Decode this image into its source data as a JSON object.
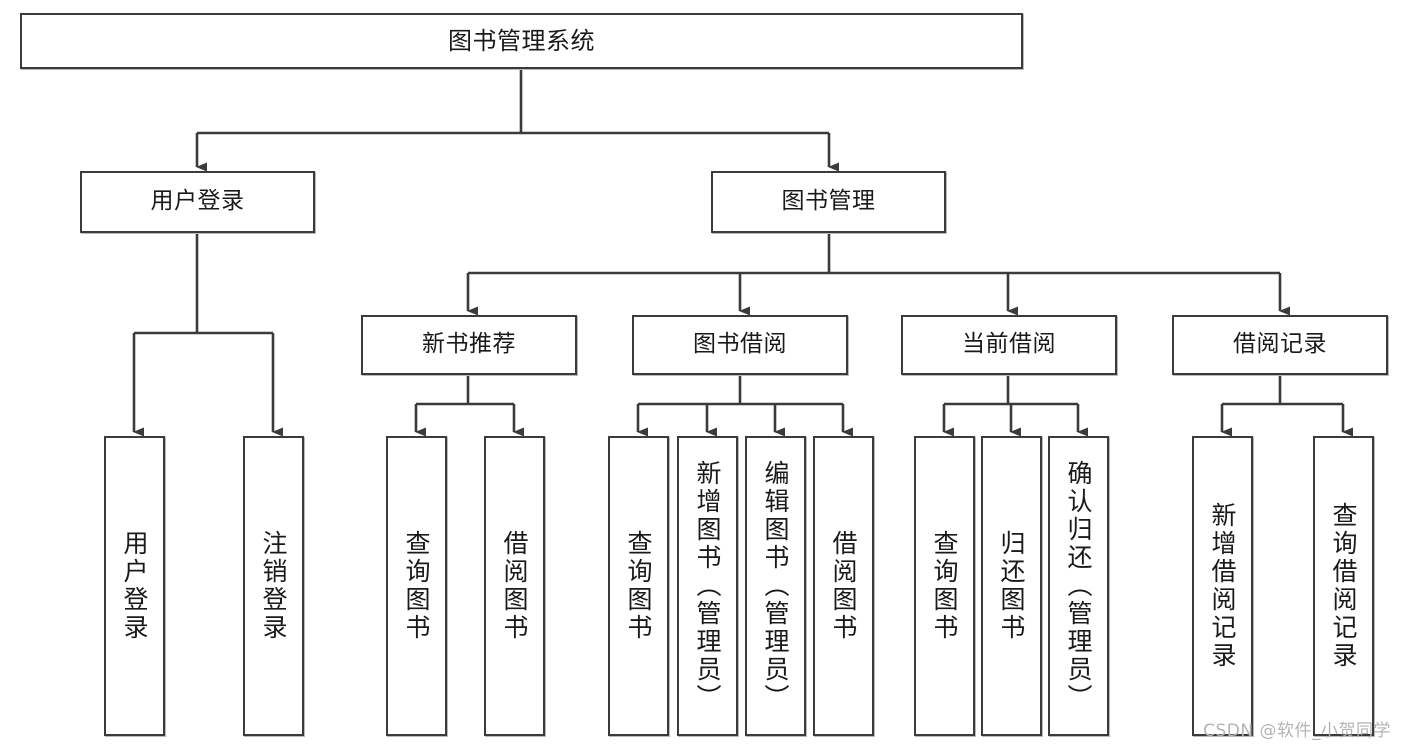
{
  "diagram": {
    "title": "图书管理系统",
    "type": "tree-hierarchy",
    "stroke_color": "#3b3b3b",
    "background_color": "#ffffff",
    "text_color": "#1a1a1a"
  },
  "watermark": {
    "text": "CSDN @软件_小贺同学",
    "color": "#b4b4b4"
  },
  "nodes": {
    "root": {
      "label": "图书管理系统"
    },
    "level1": [
      {
        "label": "用户登录"
      },
      {
        "label": "图书管理"
      }
    ],
    "level2": [
      {
        "label": "新书推荐"
      },
      {
        "label": "图书借阅"
      },
      {
        "label": "当前借阅"
      },
      {
        "label": "借阅记录"
      }
    ],
    "leaves": [
      {
        "label": "用户登录"
      },
      {
        "label": "注销登录"
      },
      {
        "label": "查询图书"
      },
      {
        "label": "借阅图书"
      },
      {
        "label": "查询图书"
      },
      {
        "label": "新增图书（管理员）"
      },
      {
        "label": "编辑图书（管理员）"
      },
      {
        "label": "借阅图书"
      },
      {
        "label": "查询图书"
      },
      {
        "label": "归还图书"
      },
      {
        "label": "确认归还（管理员）"
      },
      {
        "label": "新增借阅记录"
      },
      {
        "label": "查询借阅记录"
      }
    ]
  }
}
